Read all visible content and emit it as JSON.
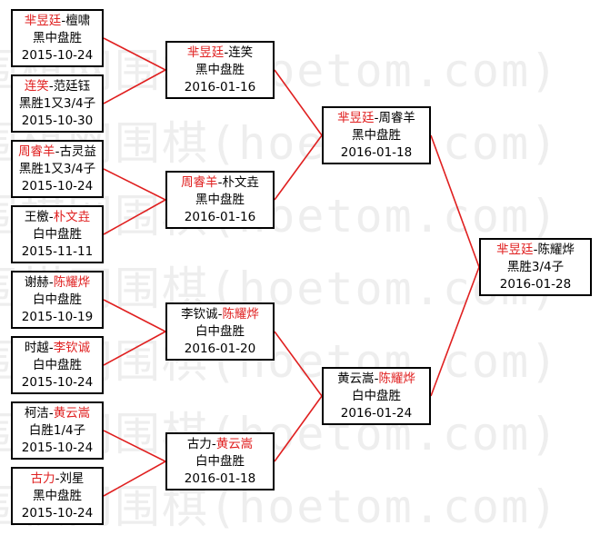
{
  "watermark": "围棋网围棋(hoetom.com)",
  "colors": {
    "winner": "#e02020",
    "connector": "#e02020",
    "border": "#000000"
  },
  "matches": [
    {
      "id": "r1m1",
      "p1": "芈昱廷",
      "p2": "檀啸",
      "winner": 1,
      "result": "黑中盘胜",
      "date": "2015-10-24"
    },
    {
      "id": "r1m2",
      "p1": "连笑",
      "p2": "范廷钰",
      "winner": 1,
      "result": "黑胜1又3/4子",
      "date": "2015-10-30"
    },
    {
      "id": "r1m3",
      "p1": "周睿羊",
      "p2": "古灵益",
      "winner": 1,
      "result": "黑胜1又3/4子",
      "date": "2015-10-24"
    },
    {
      "id": "r1m4",
      "p1": "王檄",
      "p2": "朴文垚",
      "winner": 2,
      "result": "白中盘胜",
      "date": "2015-11-11"
    },
    {
      "id": "r1m5",
      "p1": "谢赫",
      "p2": "陈耀烨",
      "winner": 2,
      "result": "白中盘胜",
      "date": "2015-10-19"
    },
    {
      "id": "r1m6",
      "p1": "时越",
      "p2": "李钦诚",
      "winner": 2,
      "result": "白中盘胜",
      "date": "2015-10-24"
    },
    {
      "id": "r1m7",
      "p1": "柯洁",
      "p2": "黄云嵩",
      "winner": 2,
      "result": "白胜1/4子",
      "date": "2015-10-24"
    },
    {
      "id": "r1m8",
      "p1": "古力",
      "p2": "刘星",
      "winner": 1,
      "result": "黑中盘胜",
      "date": "2015-10-24"
    },
    {
      "id": "r2m1",
      "p1": "芈昱廷",
      "p2": "连笑",
      "winner": 1,
      "result": "黑中盘胜",
      "date": "2016-01-16"
    },
    {
      "id": "r2m2",
      "p1": "周睿羊",
      "p2": "朴文垚",
      "winner": 1,
      "result": "黑中盘胜",
      "date": "2016-01-16"
    },
    {
      "id": "r2m3",
      "p1": "李钦诚",
      "p2": "陈耀烨",
      "winner": 2,
      "result": "白中盘胜",
      "date": "2016-01-20"
    },
    {
      "id": "r2m4",
      "p1": "古力",
      "p2": "黄云嵩",
      "winner": 2,
      "result": "白中盘胜",
      "date": "2016-01-18"
    },
    {
      "id": "r3m1",
      "p1": "芈昱廷",
      "p2": "周睿羊",
      "winner": 1,
      "result": "黑中盘胜",
      "date": "2016-01-18"
    },
    {
      "id": "r3m2",
      "p1": "黄云嵩",
      "p2": "陈耀烨",
      "winner": 2,
      "result": "白中盘胜",
      "date": "2016-01-24"
    },
    {
      "id": "final",
      "p1": "芈昱廷",
      "p2": "陈耀烨",
      "winner": 1,
      "result": "黑胜3/4子",
      "date": "2016-01-28"
    }
  ]
}
